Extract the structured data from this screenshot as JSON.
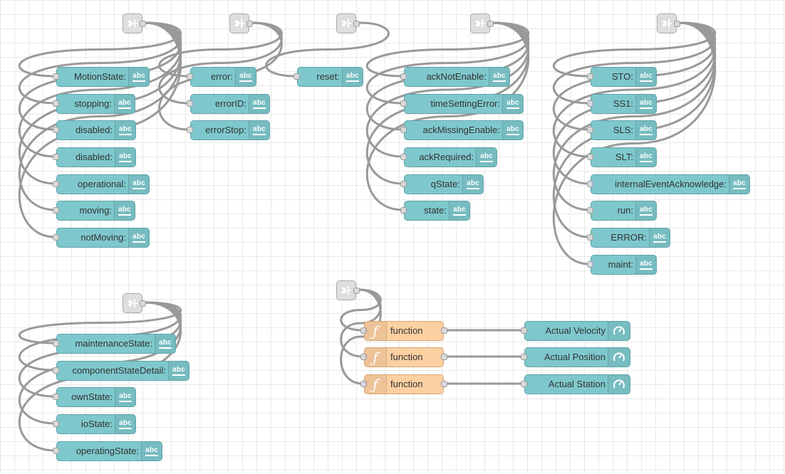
{
  "flow": {
    "groups": [
      {
        "labels": [
          "MotionState:",
          "stopping:",
          "disabled:",
          "disabled:",
          "operational:",
          "moving:",
          "notMoving:"
        ]
      },
      {
        "labels": [
          "error:",
          "errorID:",
          "errorStop:"
        ]
      },
      {
        "labels": [
          "reset:"
        ]
      },
      {
        "labels": [
          "ackNotEnable:",
          "timeSettingError:",
          "ackMissingEnable:",
          "ackRequired:",
          "qState:",
          "state:"
        ]
      },
      {
        "labels": [
          "STO:",
          "SS1:",
          "SLS:",
          "SLT:",
          "internalEventAcknowledge:",
          "run:",
          "ERROR:",
          "maint:"
        ]
      },
      {
        "labels": [
          "maintenanceState:",
          "componentStateDetail:",
          "ownState:",
          "ioState:",
          "operatingState:"
        ]
      }
    ],
    "functions": [
      "function",
      "function",
      "function"
    ],
    "gauges": [
      "Actual Velocity",
      "Actual Position",
      "Actual Station"
    ]
  },
  "icons": {
    "inject": "inject-arrow-icon",
    "text": "abc-text-icon",
    "function": "function-icon",
    "gauge": "gauge-icon",
    "abc_text": "abc"
  },
  "colors": {
    "text_node": "#7ec8cd",
    "function_node": "#fdd0a2",
    "inject_node": "#dedede",
    "wire": "#999999"
  }
}
